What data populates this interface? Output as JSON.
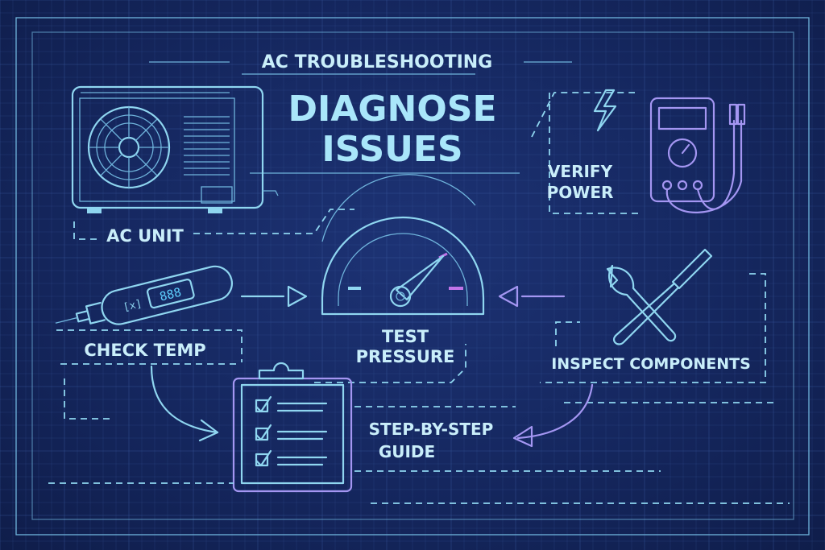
{
  "header": {
    "kicker": "AC TROUBLESHOOTING",
    "title_line1": "DIAGNOSE",
    "title_line2": "ISSUES"
  },
  "steps": {
    "ac_unit": "AC UNIT",
    "verify_power_1": "VERIFY",
    "verify_power_2": "POWER",
    "check_temp": "CHECK TEMP",
    "test_pressure_1": "TEST",
    "test_pressure_2": "PRESSURE",
    "inspect": "INSPECT COMPONENTS",
    "guide_1": "STEP-BY-STEP",
    "guide_2": "GUIDE"
  },
  "thermometer": {
    "display": "888",
    "icon_text": "[x]"
  },
  "icons": [
    "ac-unit-icon",
    "lightning-icon",
    "multimeter-icon",
    "pressure-gauge-icon",
    "thermometer-icon",
    "wrench-icon",
    "screwdriver-icon",
    "clipboard-checklist-icon"
  ],
  "colors": {
    "background": "#15275f",
    "line": "#8fd6f0",
    "accent": "#a496f2"
  }
}
